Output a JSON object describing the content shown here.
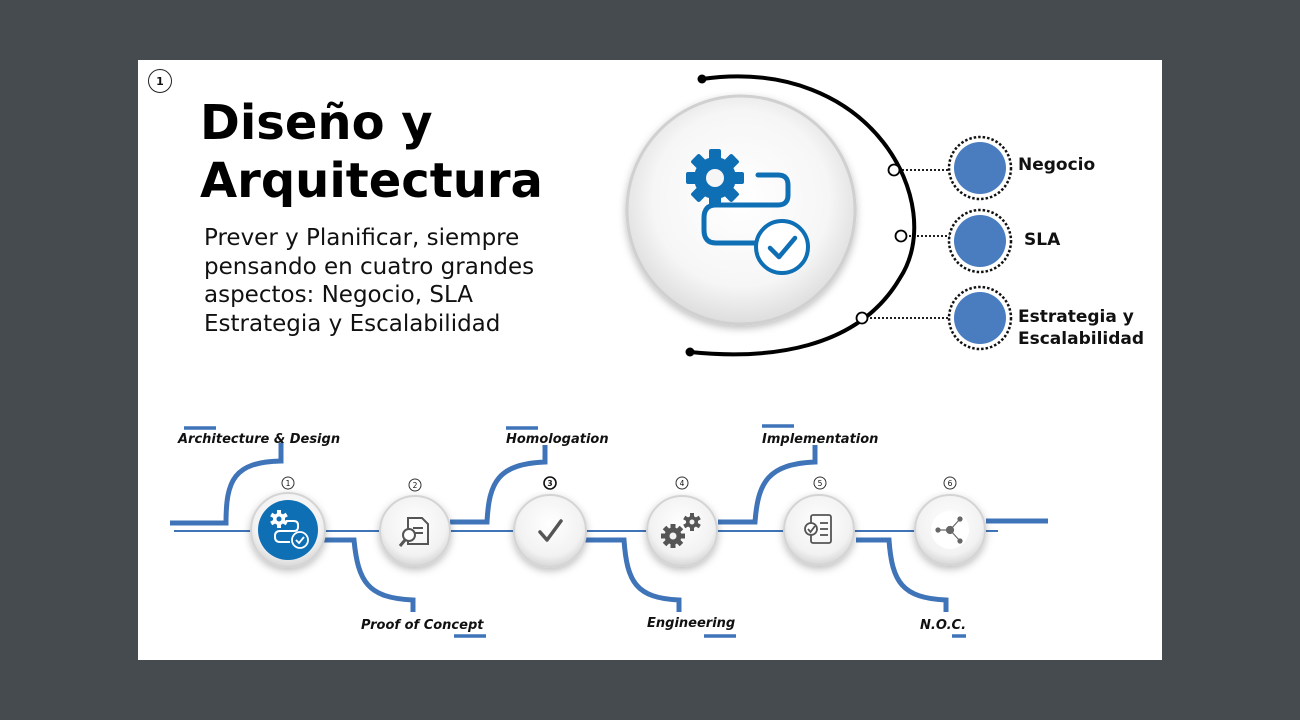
{
  "slide": {
    "number": "1",
    "title_lines": [
      "Diseño y",
      "Arquitectura"
    ],
    "description_lines": [
      "Prever y Planificar, siempre",
      "pensando en cuatro grandes",
      "aspectos: Negocio, SLA",
      "Estrategia y Escalabilidad"
    ]
  },
  "aspects": [
    {
      "lines": [
        "Negocio"
      ]
    },
    {
      "lines": [
        "SLA"
      ]
    },
    {
      "lines": [
        "Estrategia y",
        "Escalabilidad"
      ]
    }
  ],
  "timeline": {
    "steps": [
      {
        "number": "1",
        "label": "Architecture & Design",
        "icon": "gear-path-check-icon",
        "label_position": "top",
        "active": true
      },
      {
        "number": "2",
        "label": "Proof of Concept",
        "icon": "document-magnifier-icon",
        "label_position": "bottom"
      },
      {
        "number": "3",
        "label": "Homologation",
        "icon": "checkmark-icon",
        "label_position": "top"
      },
      {
        "number": "4",
        "label": "Engineering",
        "icon": "gears-icon",
        "label_position": "bottom"
      },
      {
        "number": "5",
        "label": "Implementation",
        "icon": "checklist-icon",
        "label_position": "top"
      },
      {
        "number": "6",
        "label": "N.O.C.",
        "icon": "network-hub-icon",
        "label_position": "bottom"
      }
    ]
  },
  "colors": {
    "accent_blue": "#3f74b8",
    "icon_blue": "#0f6fb5",
    "node_blue": "#4a7cc0",
    "background": "#464b50"
  }
}
